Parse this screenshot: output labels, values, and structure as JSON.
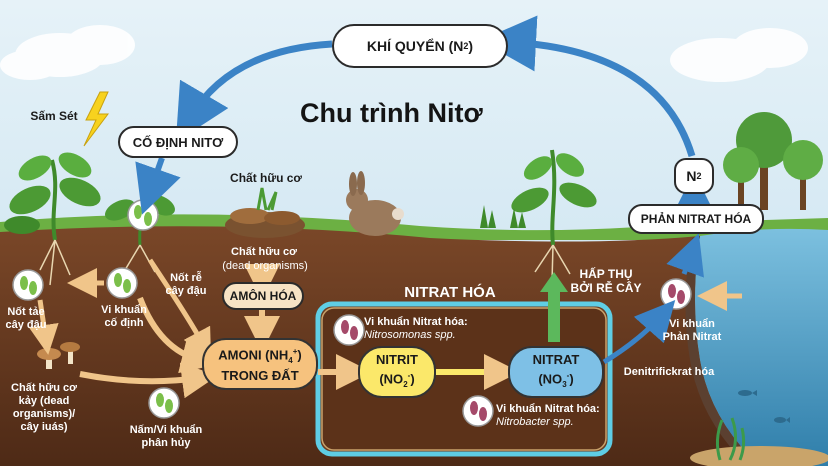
{
  "title": "Chu trình Nitơ",
  "boxes": {
    "atmosphere": "KHÍ QUYỂN (N",
    "atmosphere_sub": "2",
    "atmosphere_end": ")",
    "fixation": "CỐ ĐỊNH NITƠ",
    "denitrification": "PHẢN NITRAT HÓA",
    "n2_small": "N",
    "n2_small_sub": "2",
    "ammonification": "AMÔN HÓA",
    "nitrification_title": "NITRAT HÓA",
    "ammonium_l1": "AMONI (NH",
    "ammonium_sub": "4",
    "ammonium_sup": "+",
    "ammonium_end": ")",
    "ammonium_l2": "TRONG ĐẤT",
    "nitrite_l1": "NITRIT",
    "nitrite_l2": "(NO",
    "nitrite_sub": "2",
    "nitrite_sup": "-",
    "nitrite_end": ")",
    "nitrate_l1": "NITRAT",
    "nitrate_l2": "(NO",
    "nitrate_sub": "3",
    "nitrate_sup": "-",
    "nitrate_end": ")"
  },
  "labels": {
    "lightning": "Sấm Sét",
    "organic_top": "Chất hữu cơ",
    "organic_dead_l1": "Chất hữu cơ",
    "organic_dead_l2": "(dead organisms)",
    "nodule_bean_l1": "Nốt rễ",
    "nodule_bean_l2": "cây đậu",
    "nodule_left_l1": "Nốt tảe",
    "nodule_left_l2": "cây đậu",
    "fixing_bacteria_l1": "Vi khuẩn",
    "fixing_bacteria_l2": "cố định",
    "decomposer_left_l1": "Chất hữu cơ",
    "decomposer_left_l2": "kảy (dead",
    "decomposer_left_l3": "organisms)/",
    "decomposer_left_l4": "cây iuás)",
    "fungi_l1": "Nấm/Vi khuẩn",
    "fungi_l2": "phân hủy",
    "nitrosomonas_l1": "Vi khuẩn Nitrat hóa:",
    "nitrosomonas_l2": "Nitrosomonas spp.",
    "nitrobacter_l1": "Vi khuẩn Nitrat hóa:",
    "nitrobacter_l2": "Nitrobacter spp.",
    "uptake_l1": "HẤP THỤ",
    "uptake_l2": "BỞI RỄ CÂY",
    "denitrifying_l1": "Vi khuẩn",
    "denitrifying_l2": "Phản Nitrat",
    "denitrification_text": "Denitrifickrat hóa"
  },
  "colors": {
    "sky": "#cfe6f2",
    "soil": "#6b3d22",
    "water": "#5aa8cf",
    "ammonium": "#f6c27e",
    "nitrite": "#fbe86a",
    "nitrate": "#7ec0e6",
    "arrow_blue": "#3b83c6",
    "arrow_tan": "#f0c58a",
    "arrow_green": "#5cb85c",
    "glow": "#5fd6f0"
  }
}
